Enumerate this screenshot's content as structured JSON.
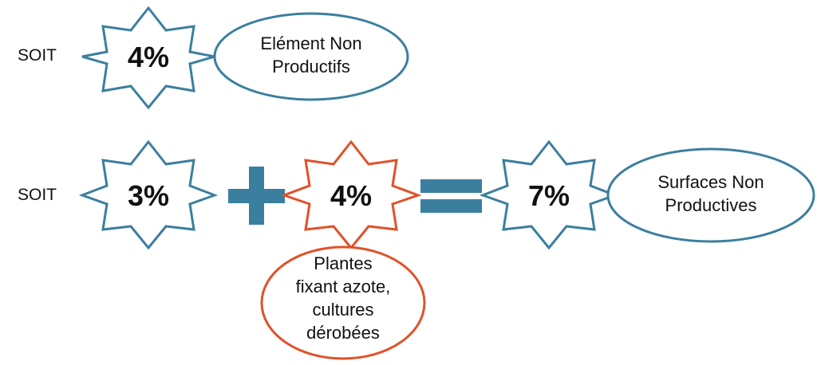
{
  "colors": {
    "primary": "#3b7f9e",
    "accent": "#e0522a",
    "text": "#111111"
  },
  "row1": {
    "prefix": "SOIT",
    "value": "4%",
    "bubble": "Elément Non Productifs"
  },
  "row2": {
    "prefix": "SOIT",
    "term1": "3%",
    "operator1": "+",
    "term2": "4%",
    "operator2": "=",
    "result": "7%",
    "result_bubble": "Surfaces Non Productives",
    "term2_bubble": [
      "Plantes",
      "fixant azote,",
      "cultures",
      "dérobées"
    ]
  }
}
